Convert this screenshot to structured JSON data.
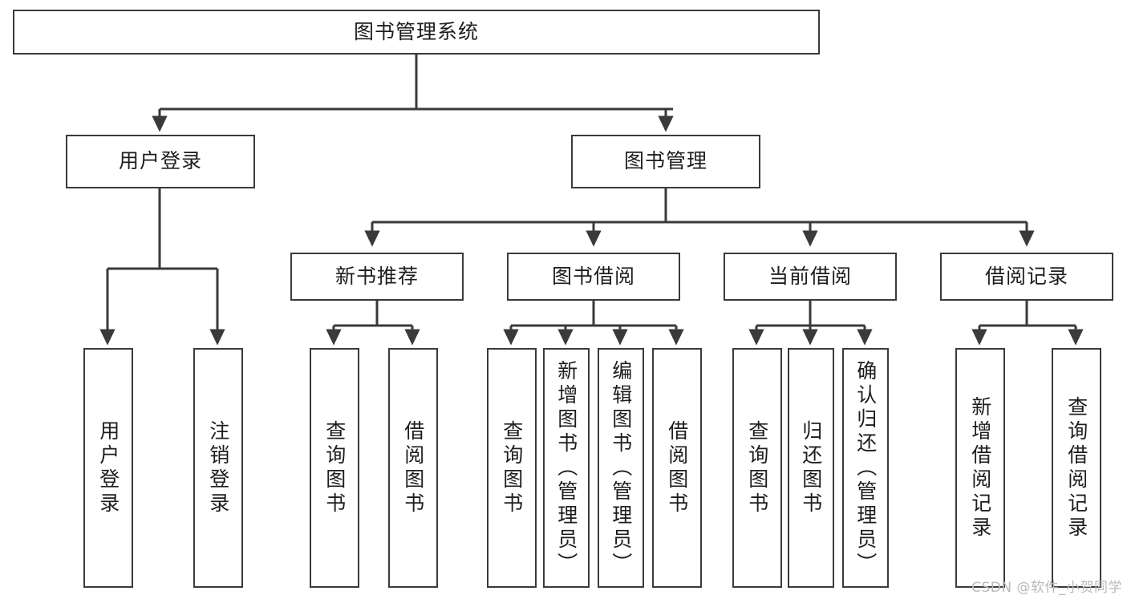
{
  "diagram": {
    "type": "tree-hierarchy",
    "title": "图书管理系统",
    "orientation": "top-down",
    "colors": {
      "stroke": "#3a3a3a",
      "fill": "#ffffff",
      "text": "#1d1d1d",
      "watermark": "#b9b9b9"
    },
    "nodes": {
      "root": {
        "label": "图书管理系统"
      },
      "level2": [
        {
          "id": "user-login",
          "label": "用户登录"
        },
        {
          "id": "book-manage",
          "label": "图书管理"
        }
      ],
      "level3": [
        {
          "id": "new-book-recommend",
          "label": "新书推荐"
        },
        {
          "id": "book-borrow",
          "label": "图书借阅"
        },
        {
          "id": "current-borrow",
          "label": "当前借阅"
        },
        {
          "id": "borrow-record",
          "label": "借阅记录"
        }
      ],
      "leaves": [
        {
          "id": "leaf-user-login",
          "label": "用户登录",
          "parent": "user-login"
        },
        {
          "id": "leaf-user-logout",
          "label": "注销登录",
          "parent": "user-login"
        },
        {
          "id": "leaf-query-book-1",
          "label": "查询图书",
          "parent": "new-book-recommend"
        },
        {
          "id": "leaf-borrow-book-1",
          "label": "借阅图书",
          "parent": "new-book-recommend"
        },
        {
          "id": "leaf-query-book-2",
          "label": "查询图书",
          "parent": "book-borrow"
        },
        {
          "id": "leaf-add-book",
          "label": "新增图书（管理员）",
          "parent": "book-borrow"
        },
        {
          "id": "leaf-edit-book",
          "label": "编辑图书（管理员）",
          "parent": "book-borrow"
        },
        {
          "id": "leaf-borrow-book-2",
          "label": "借阅图书",
          "parent": "book-borrow"
        },
        {
          "id": "leaf-query-book-3",
          "label": "查询图书",
          "parent": "current-borrow"
        },
        {
          "id": "leaf-return-book",
          "label": "归还图书",
          "parent": "current-borrow"
        },
        {
          "id": "leaf-confirm-return",
          "label": "确认归还（管理员）",
          "parent": "current-borrow"
        },
        {
          "id": "leaf-add-record",
          "label": "新增借阅记录",
          "parent": "borrow-record"
        },
        {
          "id": "leaf-query-record",
          "label": "查询借阅记录",
          "parent": "borrow-record"
        }
      ]
    }
  },
  "watermark": {
    "text": "CSDN @软件_小贺同学"
  }
}
